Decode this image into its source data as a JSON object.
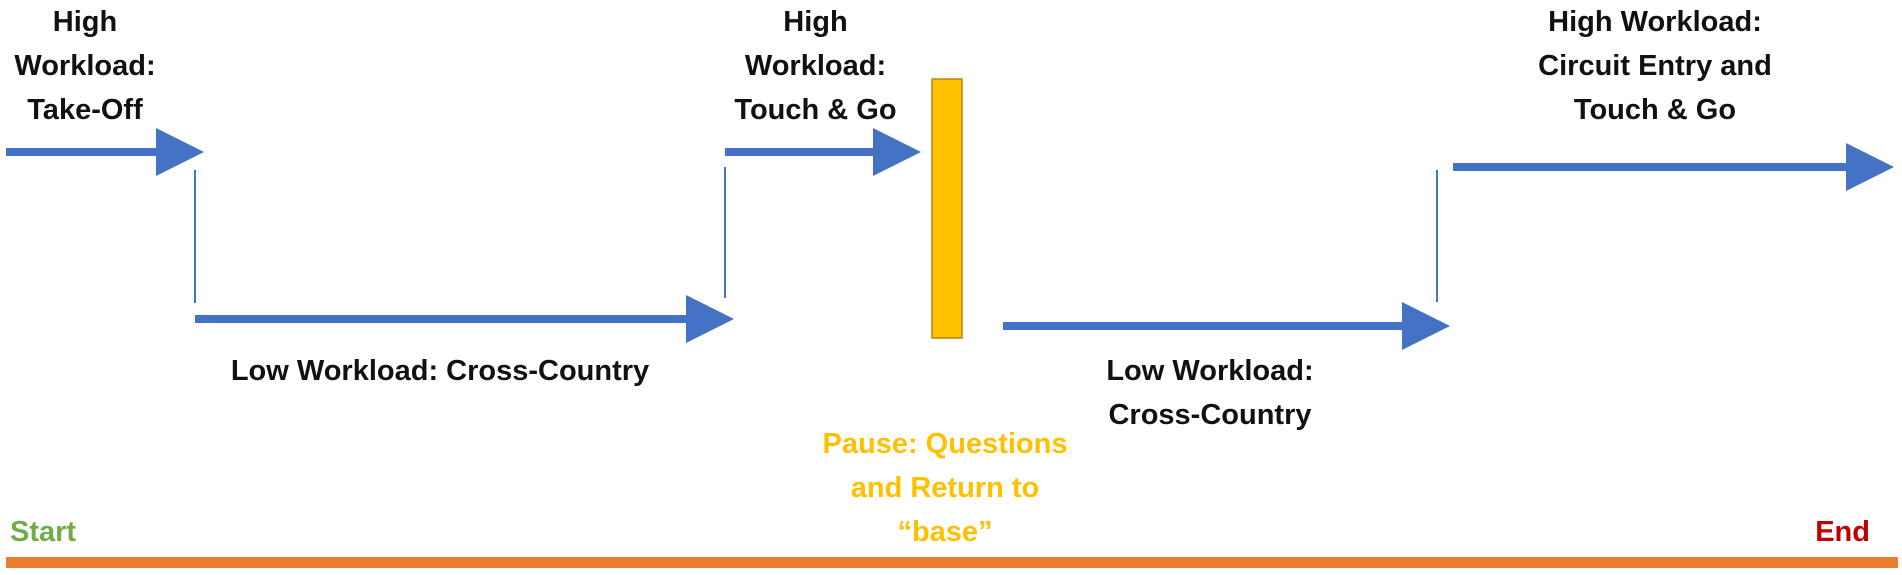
{
  "labels": {
    "takeoff": [
      "High",
      "Workload:",
      "Take-Off"
    ],
    "touch_go": [
      "High",
      "Workload:",
      "Touch & Go"
    ],
    "circuit": [
      "High Workload:",
      "Circuit Entry and",
      "Touch & Go"
    ],
    "cross_country_1": [
      "Low Workload: Cross-Country"
    ],
    "cross_country_2": [
      "Low Workload:",
      "Cross-Country"
    ],
    "pause": [
      "Pause: Questions",
      "and Return to",
      "“base”"
    ],
    "start": "Start",
    "end": "End"
  },
  "colors": {
    "arrow": "#4472c4",
    "pause_bar": "#ffc000",
    "pause_bar_border": "#b8860b",
    "timeline": "#ed7d31",
    "start": "#70ad47",
    "end": "#c00000",
    "pause_text": "#ffc000",
    "text": "#111111"
  }
}
